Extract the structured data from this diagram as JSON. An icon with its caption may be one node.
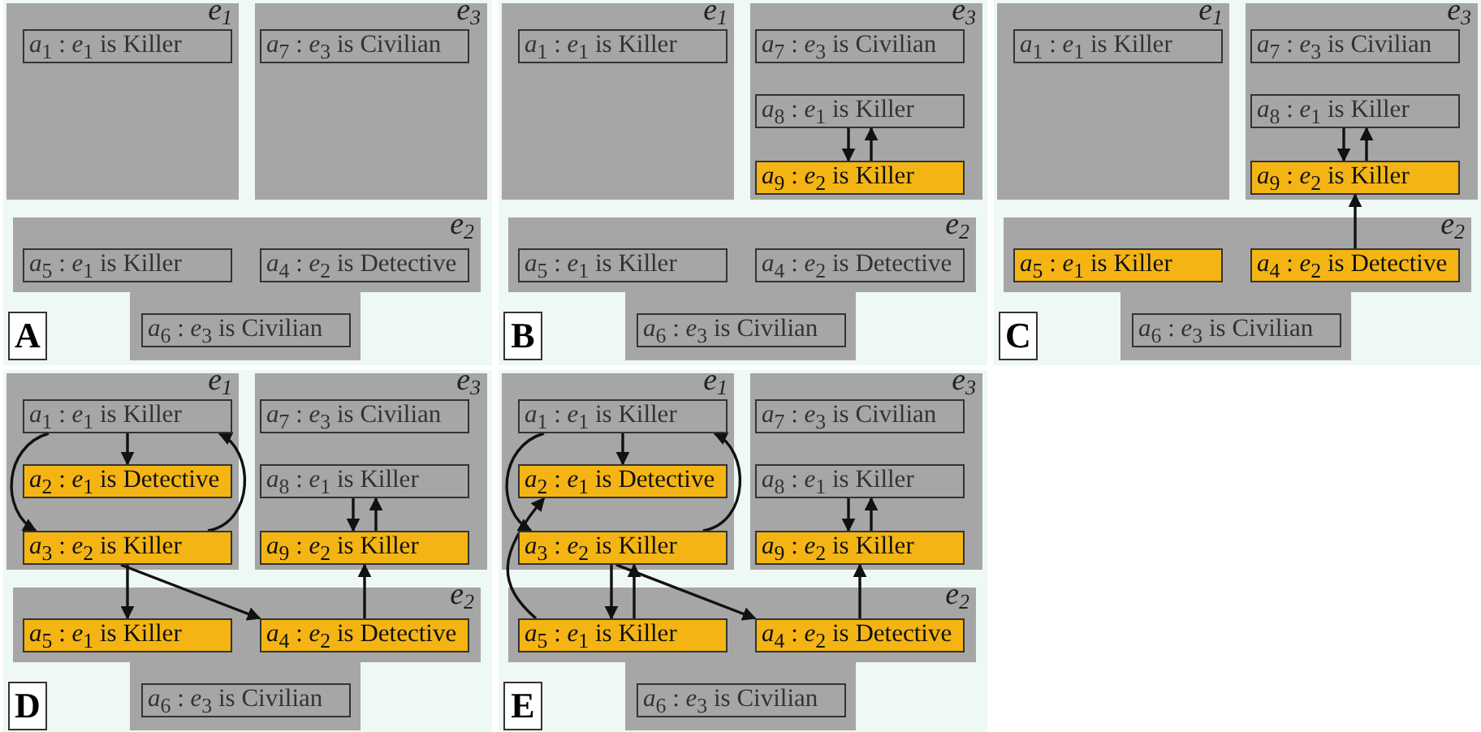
{
  "diagram": {
    "nodes": [
      {
        "text": [
          "A"
        ]
      },
      {
        "text": [
          "e$_{1}$"
        ],
        "in": 0
      },
      {
        "text": [
          "*a*$_{1}$ : *e*$_{1}$ is Killer"
        ],
        "in": 1
      },
      {
        "text": [
          "e$_{3}$"
        ],
        "in": 0
      },
      {
        "text": [
          "*a*$_{7}$ : *e*$_{3}$ is Civilian"
        ],
        "in": 3
      },
      {
        "text": [
          "e$_{2}$"
        ],
        "in": 0
      },
      {
        "text": [
          "*a*$_{5}$ : *e*$_{1}$ is Killer"
        ],
        "in": 5
      },
      {
        "text": [
          "*a*$_{4}$ : *e*$_{2}$ is Detective"
        ],
        "in": 5
      },
      {
        "text": [
          "*a*$_{6}$ : *e*$_{3}$ is Civilian"
        ],
        "in": 5
      },
      {
        "text": [
          "B"
        ]
      },
      {
        "text": [
          "e$_{1}$"
        ],
        "in": 9
      },
      {
        "text": [
          "*a*$_{1}$ : *e*$_{1}$ is Killer"
        ],
        "in": 10
      },
      {
        "text": [
          "e$_{3}$"
        ],
        "in": 9
      },
      {
        "text": [
          "*a*$_{7}$ : *e*$_{3}$ is Civilian"
        ],
        "in": 12
      },
      {
        "text": [
          "*a*$_{8}$ : *e*$_{1}$ is Killer"
        ],
        "in": 12
      },
      {
        "text": [
          "*a*$_{9}$ : *e*$_{2}$ is Killer"
        ],
        "in": 12
      },
      {
        "text": [
          "e$_{2}$"
        ],
        "in": 9
      },
      {
        "text": [
          "*a*$_{5}$ : *e*$_{1}$ is Killer"
        ],
        "in": 16
      },
      {
        "text": [
          "*a*$_{4}$ : *e*$_{2}$ is Detective"
        ],
        "in": 16
      },
      {
        "text": [
          "*a*$_{6}$ : *e*$_{3}$ is Civilian"
        ],
        "in": 16
      },
      {
        "text": [
          "C"
        ]
      },
      {
        "text": [
          "e$_{1}$"
        ],
        "in": 20
      },
      {
        "text": [
          "*a*$_{1}$ : *e*$_{1}$ is Killer"
        ],
        "in": 21
      },
      {
        "text": [
          "e$_{3}$"
        ],
        "in": 20
      },
      {
        "text": [
          "*a*$_{7}$ : *e*$_{3}$ is Civilian"
        ],
        "in": 23
      },
      {
        "text": [
          "*a*$_{8}$ : *e*$_{1}$ is Killer"
        ],
        "in": 23
      },
      {
        "text": [
          "*a*$_{9}$ : *e*$_{2}$ is Killer"
        ],
        "in": 23
      },
      {
        "text": [
          "e$_{2}$"
        ],
        "in": 20
      },
      {
        "text": [
          "*a*$_{5}$ : *e*$_{1}$ is Killer"
        ],
        "in": 27
      },
      {
        "text": [
          "*a*$_{4}$ : *e*$_{2}$ is Detective"
        ],
        "in": 27
      },
      {
        "text": [
          "*a*$_{6}$ : *e*$_{3}$ is Civilian"
        ],
        "in": 27
      },
      {
        "text": [
          "D"
        ]
      },
      {
        "text": [
          "e$_{1}$"
        ],
        "in": 31
      },
      {
        "text": [
          "*a*$_{1}$ : *e*$_{1}$ is Killer"
        ],
        "in": 32
      },
      {
        "text": [
          "*a*$_{2}$ : *e*$_{1}$ is Detective"
        ],
        "in": 32
      },
      {
        "text": [
          "*a*$_{3}$ : *e*$_{2}$ is Killer"
        ],
        "in": 32
      },
      {
        "text": [
          "e$_{3}$"
        ],
        "in": 31
      },
      {
        "text": [
          "*a*$_{7}$ : *e*$_{3}$ is Civilian"
        ],
        "in": 36
      },
      {
        "text": [
          "*a*$_{8}$ : *e*$_{1}$ is Killer"
        ],
        "in": 36
      },
      {
        "text": [
          "*a*$_{9}$ : *e*$_{2}$ is Killer"
        ],
        "in": 36
      },
      {
        "text": [
          "e$_{2}$"
        ],
        "in": 31
      },
      {
        "text": [
          "*a*$_{5}$ : *e*$_{1}$ is Killer"
        ],
        "in": 40
      },
      {
        "text": [
          "*a*$_{4}$ : *e*$_{2}$ is Detective"
        ],
        "in": 40
      },
      {
        "text": [
          "*a*$_{6}$ : *e*$_{3}$ is Civilian"
        ],
        "in": 40
      },
      {
        "text": [
          "E"
        ]
      },
      {
        "text": [
          "e$_{1}$"
        ],
        "in": 44
      },
      {
        "text": [
          "*a*$_{1}$ : *e*$_{1}$ is Killer"
        ],
        "in": 45
      },
      {
        "text": [
          "*a*$_{2}$ : *e*$_{1}$ is Detective"
        ],
        "in": 45
      },
      {
        "text": [
          "*a*$_{3}$ : *e*$_{2}$ is Killer"
        ],
        "in": 45
      },
      {
        "text": [
          "e$_{3}$"
        ],
        "in": 44
      },
      {
        "text": [
          "*a*$_{7}$ : *e*$_{3}$ is Civilian"
        ],
        "in": 49
      },
      {
        "text": [
          "*a*$_{8}$ : *e*$_{1}$ is Killer"
        ],
        "in": 49
      },
      {
        "text": [
          "*a*$_{9}$ : *e*$_{2}$ is Killer"
        ],
        "in": 49
      },
      {
        "text": [
          "e$_{2}$"
        ],
        "in": 44
      },
      {
        "text": [
          "*a*$_{5}$ : *e*$_{1}$ is Killer"
        ],
        "in": 53
      },
      {
        "text": [
          "*a*$_{4}$ : *e*$_{2}$ is Detective"
        ],
        "in": 53
      },
      {
        "text": [
          "*a*$_{6}$ : *e*$_{3}$ is Civilian"
        ],
        "in": 53
      }
    ],
    "edges": [
      {
        "from": 14,
        "to": 15,
        "arrow": "to"
      },
      {
        "from": 15,
        "to": 14,
        "arrow": "to"
      },
      {
        "from": 25,
        "to": 26,
        "arrow": "to"
      },
      {
        "from": 26,
        "to": 25,
        "arrow": "to"
      },
      {
        "from": 29,
        "to": 26,
        "arrow": "to"
      },
      {
        "from": 33,
        "to": 34,
        "arrow": "to"
      },
      {
        "from": 33,
        "to": 35,
        "arrow": "to"
      },
      {
        "from": 35,
        "to": 33,
        "arrow": "to"
      },
      {
        "from": 35,
        "to": 41,
        "arrow": "to"
      },
      {
        "from": 35,
        "to": 42,
        "arrow": "to"
      },
      {
        "from": 42,
        "to": 39,
        "arrow": "to"
      },
      {
        "from": 38,
        "to": 39,
        "arrow": "to"
      },
      {
        "from": 39,
        "to": 38,
        "arrow": "to"
      },
      {
        "from": 46,
        "to": 47,
        "arrow": "to"
      },
      {
        "from": 46,
        "to": 48,
        "arrow": "to"
      },
      {
        "from": 48,
        "to": 46,
        "arrow": "to"
      },
      {
        "from": 54,
        "to": 47,
        "arrow": "to"
      },
      {
        "from": 54,
        "to": 48,
        "arrow": "to"
      },
      {
        "from": 48,
        "to": 54,
        "arrow": "to"
      },
      {
        "from": 48,
        "to": 55,
        "arrow": "to"
      },
      {
        "from": 55,
        "to": 52,
        "arrow": "to"
      },
      {
        "from": 51,
        "to": 52,
        "arrow": "to"
      },
      {
        "from": 52,
        "to": 51,
        "arrow": "to"
      }
    ]
  }
}
